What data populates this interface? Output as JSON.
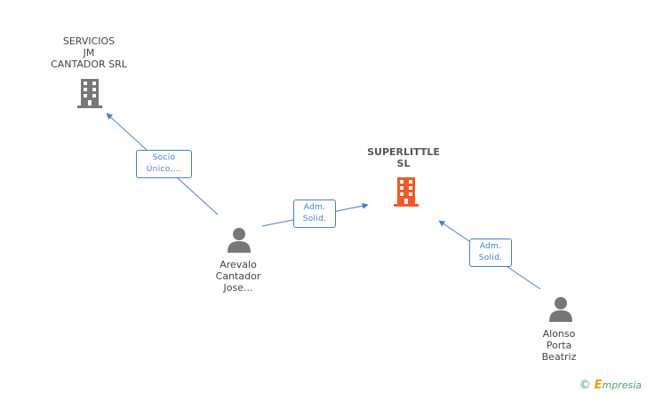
{
  "nodes": {
    "servicios": {
      "label": "SERVICIOS\nJM\nCANTADOR SRL"
    },
    "superlittle": {
      "label": "SUPERLITTLE\nSL"
    },
    "arevalo": {
      "label": "Arevalo\nCantador\nJose..."
    },
    "alonso": {
      "label": "Alonso\nPorta\nBeatriz"
    }
  },
  "edges": {
    "arevalo_servicios": {
      "label": "Socio\nÚnico,..."
    },
    "arevalo_superlittle": {
      "label": "Adm.\nSolid."
    },
    "alonso_superlittle": {
      "label": "Adm.\nSolid."
    }
  },
  "footer": {
    "copyright": "©",
    "brand_initial": "E",
    "brand_rest": "mpresia"
  },
  "colors": {
    "company_gray": "#777777",
    "company_main": "#f05a28",
    "person": "#777777",
    "edge": "#4a7fc1"
  }
}
